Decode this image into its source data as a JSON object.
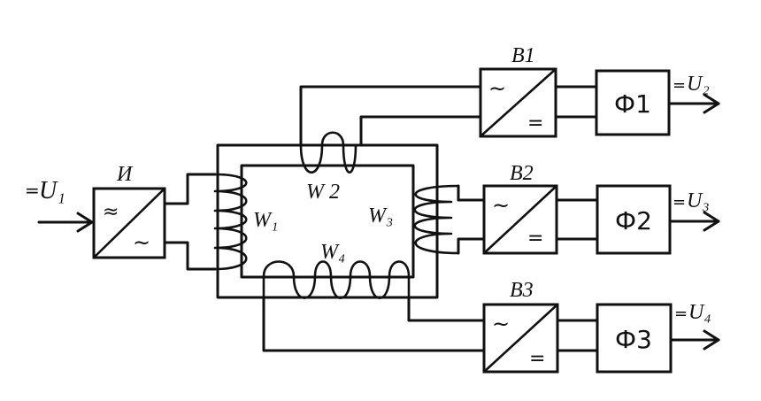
{
  "input": {
    "prefix": "=",
    "label": "U₁"
  },
  "inverter": {
    "label": "И",
    "symbol_top": "≈",
    "symbol_bottom": "~"
  },
  "windings": {
    "w1": "W₁",
    "w2": "W 2",
    "w3": "W₃",
    "w4": "W₄"
  },
  "rectifiers": [
    {
      "label": "В1",
      "symbol_top": "~",
      "symbol_bottom": "="
    },
    {
      "label": "В2",
      "symbol_top": "~",
      "symbol_bottom": "="
    },
    {
      "label": "В3",
      "symbol_top": "~",
      "symbol_bottom": "="
    }
  ],
  "filters": [
    {
      "label": "Ф1"
    },
    {
      "label": "Ф2"
    },
    {
      "label": "Ф3"
    }
  ],
  "outputs": [
    {
      "prefix": "=",
      "label": "U₂"
    },
    {
      "prefix": "=",
      "label": "U₃"
    },
    {
      "prefix": "=",
      "label": "U₄"
    }
  ]
}
